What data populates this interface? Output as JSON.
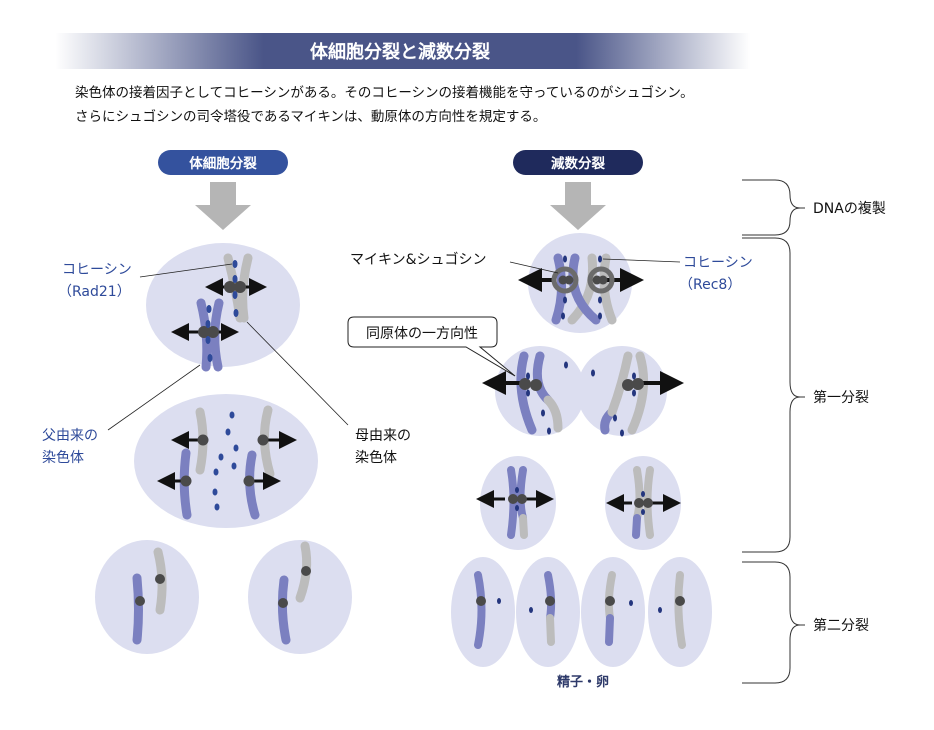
{
  "title": "体細胞分裂と減数分裂",
  "description": [
    "染色体の接着因子としてコヒーシンがある。そのコヒーシンの接着機能を守っているのがシュゴシン。",
    "さらにシュゴシンの司令塔役であるマイキンは、動原体の方向性を規定する。"
  ],
  "columns": {
    "mitosis": "体細胞分裂",
    "meiosis": "減数分裂"
  },
  "stages": {
    "dna_replication": "DNAの複製",
    "meiosis_1": "第一分裂",
    "meiosis_2": "第二分裂"
  },
  "labels": {
    "cohesin_mitosis": "コヒーシン",
    "cohesin_mitosis_sub": "（Rad21）",
    "paternal_1": "父由来の",
    "paternal_2": "染色体",
    "maternal_1": "母由来の",
    "maternal_2": "染色体",
    "moikin_shugoshin": "マイキン&シュゴシン",
    "cohesin_meiosis": "コヒーシン",
    "cohesin_meiosis_sub": "（Rec8）",
    "mono_orientation": "同原体の一方向性",
    "gametes": "精子・卵"
  },
  "colors": {
    "title_bar": "#4a5588",
    "mitosis_pill": "#34529e",
    "meiosis_pill": "#1f2a5c",
    "cell": "#dcdef0",
    "paternal": "#7b80c0",
    "maternal": "#bcbcbc",
    "centromere": "#4a4a4a",
    "cohesin": "#24367e",
    "label_blue": "#2e4a9a"
  }
}
